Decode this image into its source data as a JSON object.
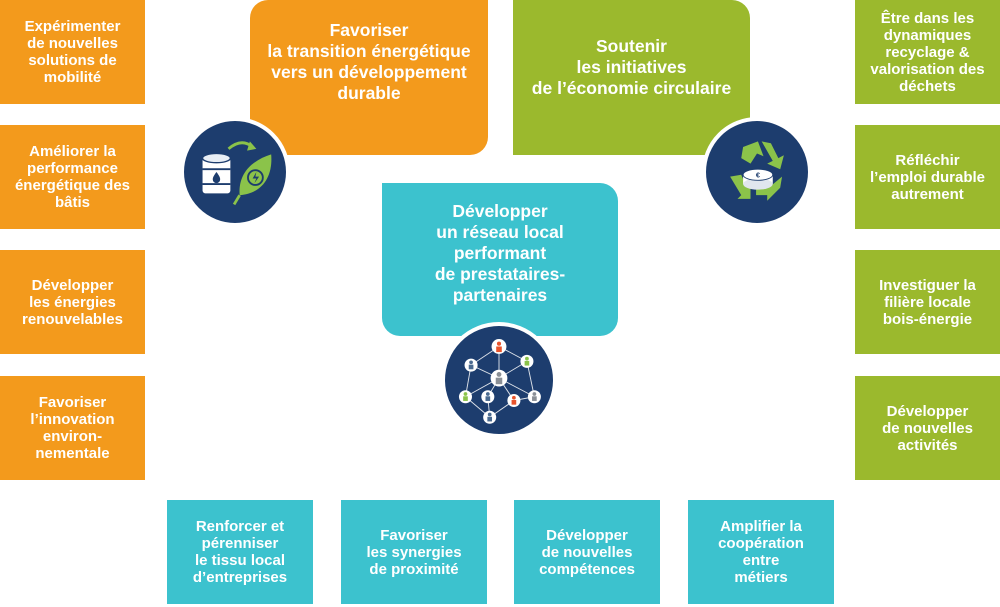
{
  "left_items": [
    [
      "Expérimenter",
      "de nouvelles",
      "solutions de",
      "mobilité"
    ],
    [
      "Améliorer la",
      "performance",
      "énergétique des",
      "bâtis"
    ],
    [
      "Développer",
      "les énergies",
      "renouvelables"
    ],
    [
      "Favoriser",
      "l’innovation",
      "environ-",
      "nementale"
    ]
  ],
  "right_items": [
    [
      "Être dans les",
      "dynamiques",
      "recyclage &",
      "valorisation des",
      "déchets"
    ],
    [
      "Réfléchir",
      "l’emploi durable",
      "autrement"
    ],
    [
      "Investiguer la",
      "filière locale",
      "bois-énergie"
    ],
    [
      "Développer",
      "de nouvelles",
      "activités"
    ]
  ],
  "bottom_items": [
    [
      "Renforcer et",
      "pérenniser",
      "le tissu local",
      "d’entreprises"
    ],
    [
      "Favoriser",
      "les synergies",
      "de proximité"
    ],
    [
      "Développer",
      "de nouvelles",
      "compétences"
    ],
    [
      "Amplifier la",
      "coopération",
      "entre",
      "métiers"
    ]
  ],
  "pillars": {
    "energy": [
      "Favoriser",
      "la transition énergétique",
      "vers un développement",
      "durable"
    ],
    "circular": [
      "Soutenir",
      "les initiatives",
      "de l’économie circulaire"
    ],
    "network": [
      "Développer",
      "un réseau local",
      "performant",
      "de prestataires-",
      "partenaires"
    ]
  },
  "icons": {
    "energy": "oil-barrel-to-green-leaf-icon",
    "circular": "recycle-coin-icon",
    "network": "people-network-icon"
  },
  "colors": {
    "orange": "#f39a1c",
    "green": "#9bb92d",
    "teal": "#3cc2ce",
    "navy": "#1d3d6e"
  }
}
